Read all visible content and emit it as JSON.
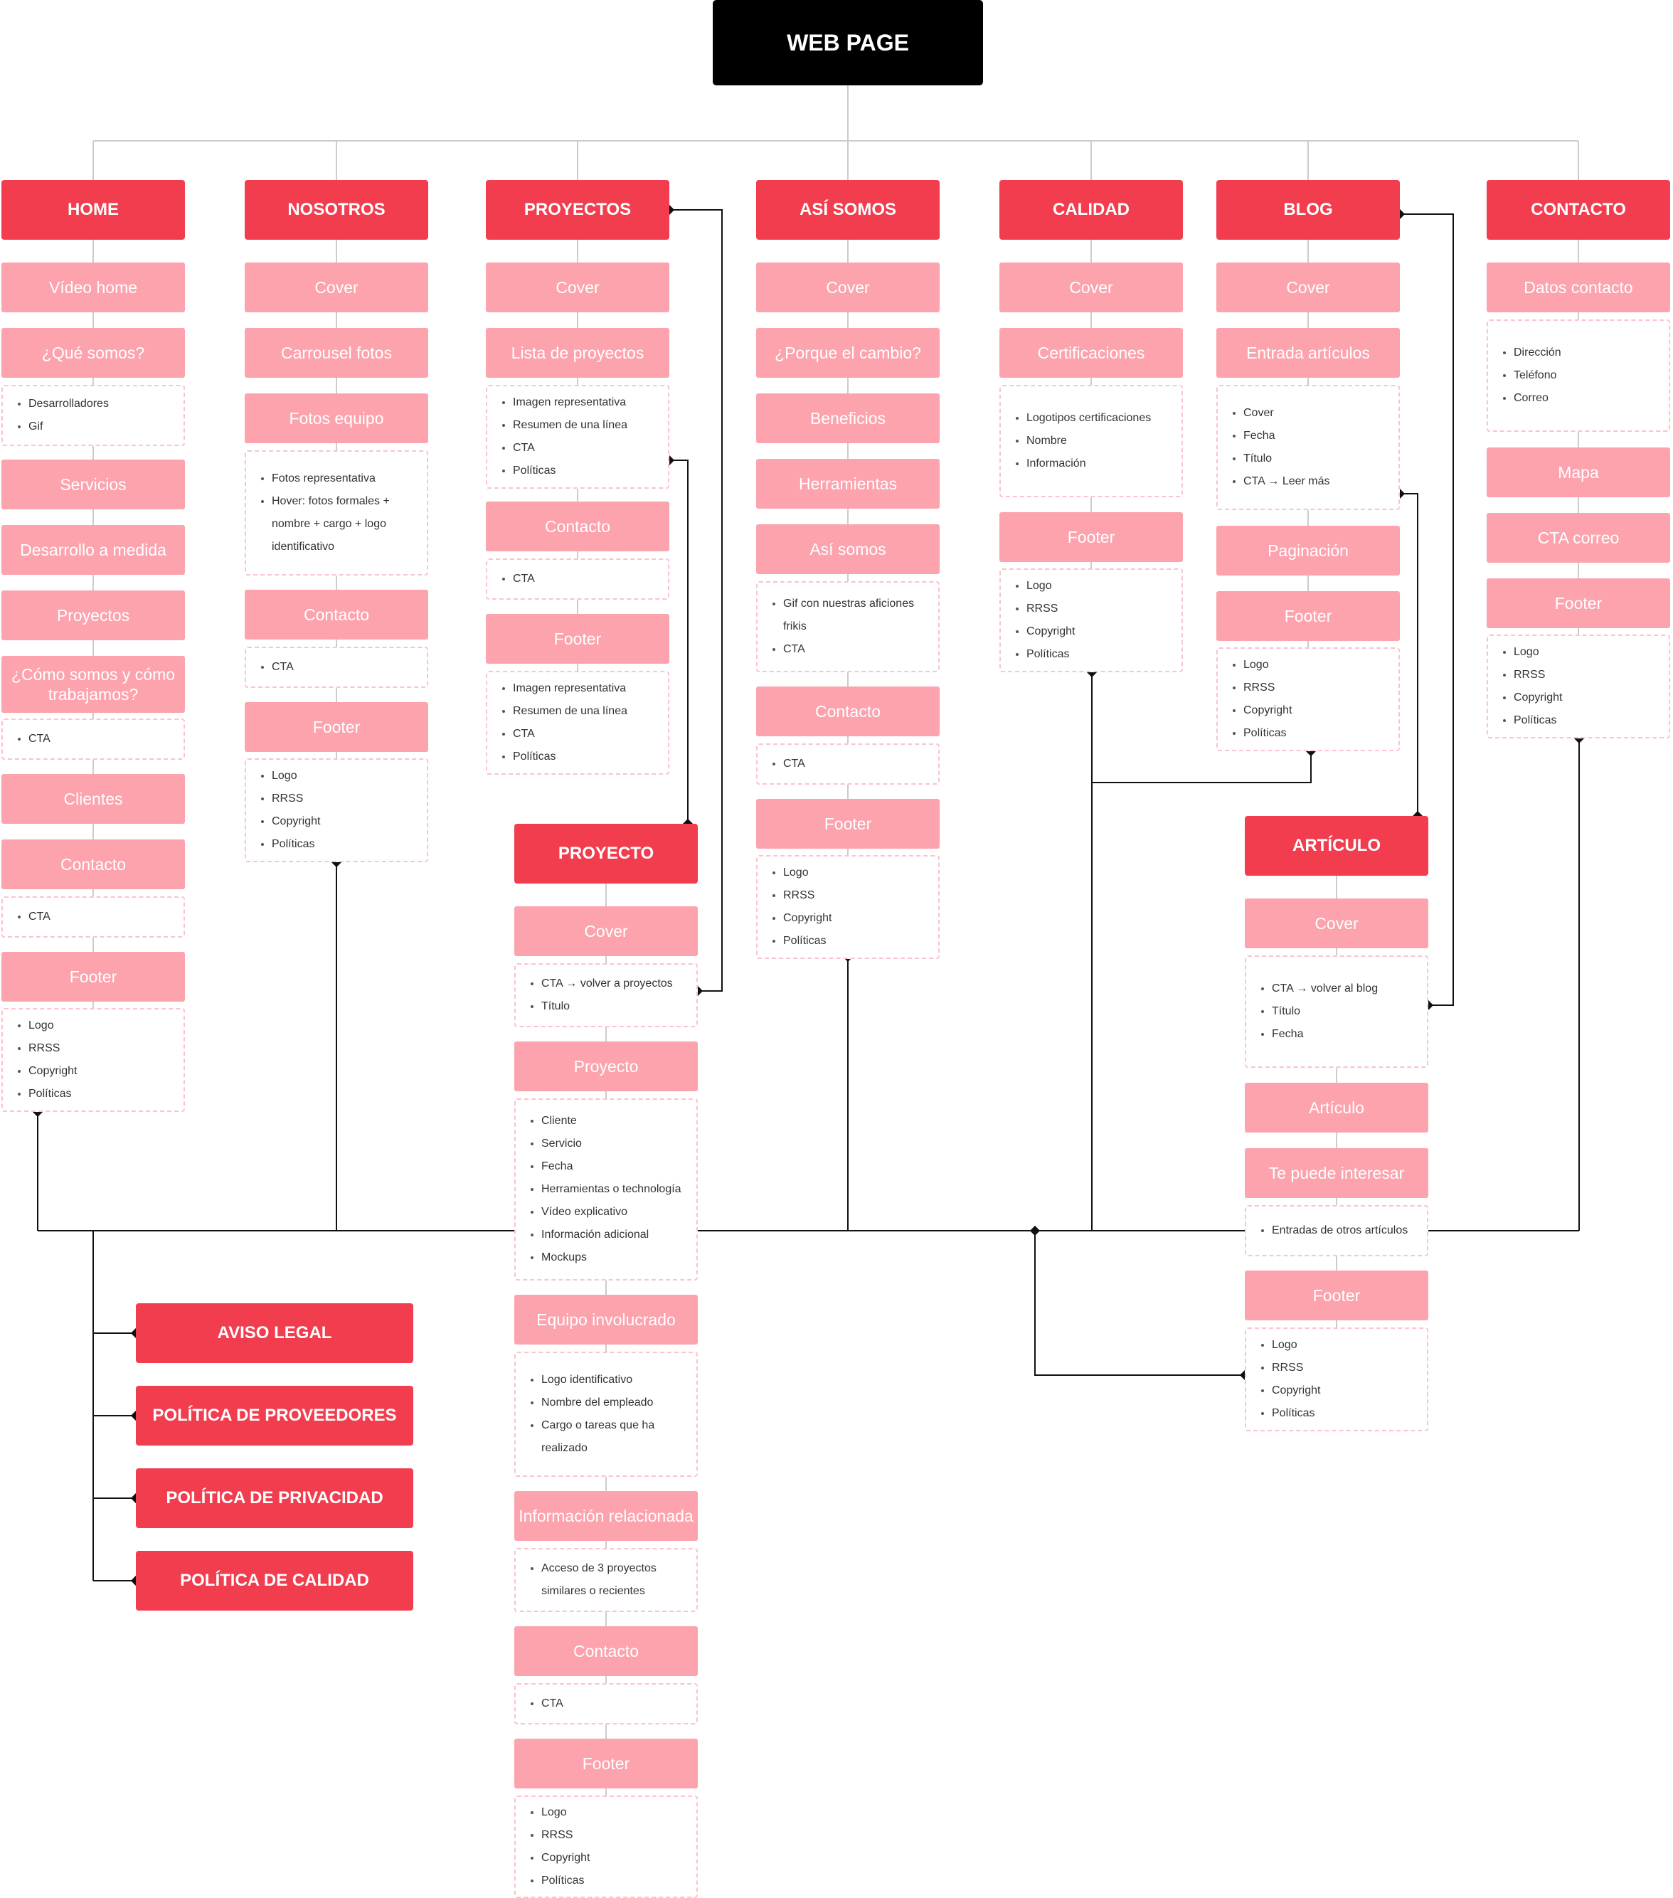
{
  "root": "WEB PAGE",
  "nodes": {
    "home": "HOME",
    "home_video": "Vídeo home",
    "home_que": "¿Qué somos?",
    "home_que_list": [
      "Desarrolladores",
      "Gif"
    ],
    "home_servicios": "Servicios",
    "home_desarrollo": "Desarrollo a medida",
    "home_proyectos": "Proyectos",
    "home_como": "¿Cómo somos y cómo trabajamos?",
    "home_como_list": [
      "CTA"
    ],
    "home_clientes": "Clientes",
    "home_contacto": "Contacto",
    "home_contacto_list": [
      "CTA"
    ],
    "home_footer": "Footer",
    "home_footer_list": [
      "Logo",
      "RRSS",
      "Copyright",
      "Políticas"
    ],
    "nos": "NOSOTROS",
    "nos_cover": "Cover",
    "nos_carrousel": "Carrousel fotos",
    "nos_fotos": "Fotos equipo",
    "nos_fotos_list": [
      "Fotos representativa",
      "Hover: fotos formales + nombre + cargo + logo identificativo"
    ],
    "nos_contacto": "Contacto",
    "nos_contacto_list": [
      "CTA"
    ],
    "nos_footer": "Footer",
    "nos_footer_list": [
      "Logo",
      "RRSS",
      "Copyright",
      "Políticas"
    ],
    "proy": "PROYECTOS",
    "proy_cover": "Cover",
    "proy_lista": "Lista de proyectos",
    "proy_lista_list": [
      "Imagen representativa",
      "Resumen de una línea",
      "CTA",
      "Políticas"
    ],
    "proy_contacto": "Contacto",
    "proy_contacto_list": [
      "CTA"
    ],
    "proy_footer": "Footer",
    "proy_footer_list": [
      "Imagen representativa",
      "Resumen de una línea",
      "CTA",
      "Políticas"
    ],
    "py": "PROYECTO",
    "py_cover": "Cover",
    "py_cover_list": [
      "CTA → volver a proyectos",
      "Título"
    ],
    "py_proyecto": "Proyecto",
    "py_proyecto_list": [
      "Cliente",
      "Servicio",
      "Fecha",
      "Herramientas o technología",
      "Vídeo explicativo",
      "Información adicional",
      "Mockups"
    ],
    "py_equipo": "Equipo involucrado",
    "py_equipo_list": [
      "Logo identificativo",
      "Nombre del empleado",
      "Cargo o tareas que ha realizado"
    ],
    "py_info": "Información relacionada",
    "py_info_list": [
      "Acceso de 3 proyectos similares o recientes"
    ],
    "py_contacto": "Contacto",
    "py_contacto_list": [
      "CTA"
    ],
    "py_footer": "Footer",
    "py_footer_list": [
      "Logo",
      "RRSS",
      "Copyright",
      "Políticas"
    ],
    "asi": "ASÍ SOMOS",
    "asi_cover": "Cover",
    "asi_porque": "¿Porque el cambio?",
    "asi_beneficios": "Beneficios",
    "asi_herramientas": "Herramientas",
    "asi_asisomos": "Así somos",
    "asi_asisomos_list": [
      "Gif con nuestras aficiones frikis",
      "CTA"
    ],
    "asi_contacto": "Contacto",
    "asi_contacto_list": [
      "CTA"
    ],
    "asi_footer": "Footer",
    "asi_footer_list": [
      "Logo",
      "RRSS",
      "Copyright",
      "Políticas"
    ],
    "cal": "CALIDAD",
    "cal_cover": "Cover",
    "cal_cert": "Certificaciones",
    "cal_cert_list": [
      "Logotipos certificaciones",
      "Nombre",
      "Información"
    ],
    "cal_footer": "Footer",
    "cal_footer_list": [
      "Logo",
      "RRSS",
      "Copyright",
      "Políticas"
    ],
    "blog": "BLOG",
    "blog_cover": "Cover",
    "blog_entrada": "Entrada artículos",
    "blog_entrada_list": [
      "Cover",
      "Fecha",
      "Título",
      "CTA → Leer más"
    ],
    "blog_pag": "Paginación",
    "blog_footer": "Footer",
    "blog_footer_list": [
      "Logo",
      "RRSS",
      "Copyright",
      "Políticas"
    ],
    "art": "ARTÍCULO",
    "art_cover": "Cover",
    "art_cover_list": [
      "CTA → volver al blog",
      "Título",
      "Fecha"
    ],
    "art_articulo": "Artículo",
    "art_interesar": "Te puede interesar",
    "art_interesar_list": [
      "Entradas de otros artículos"
    ],
    "art_footer": "Footer",
    "art_footer_list": [
      "Logo",
      "RRSS",
      "Copyright",
      "Políticas"
    ],
    "cont": "CONTACTO",
    "cont_datos": "Datos contacto",
    "cont_datos_list": [
      "Dirección",
      "Teléfono",
      "Correo"
    ],
    "cont_mapa": "Mapa",
    "cont_cta": "CTA correo",
    "cont_footer": "Footer",
    "cont_footer_list": [
      "Logo",
      "RRSS",
      "Copyright",
      "Políticas"
    ],
    "legal_aviso": "AVISO LEGAL",
    "legal_prov": "POLÍTICA DE PROVEEDORES",
    "legal_priv": "POLÍTICA DE PRIVACIDAD",
    "legal_cal": "POLÍTICA DE CALIDAD"
  },
  "colors": {
    "root": "#000000",
    "header": "#f23d4f",
    "section": "#fca3ae",
    "list_border": "#fbc3cb",
    "hierarchy_line": "#cccccc",
    "link_line": "#111111"
  }
}
